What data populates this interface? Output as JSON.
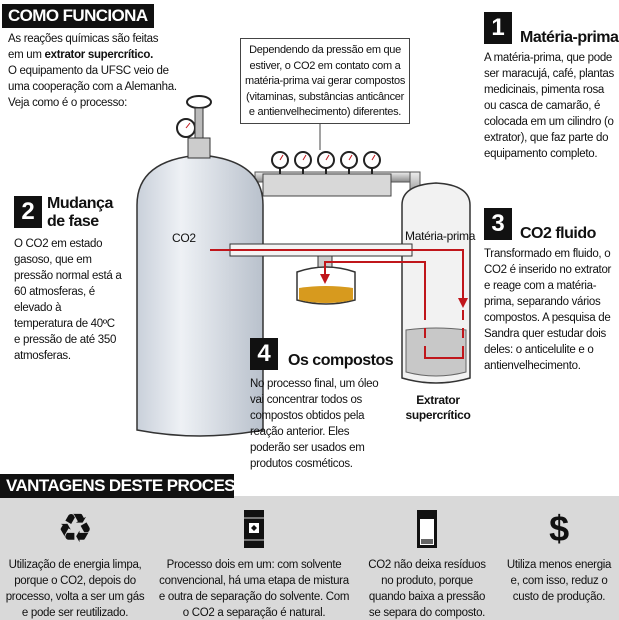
{
  "header": {
    "title": "COMO FUNCIONA"
  },
  "intro": {
    "line1": "As reações químicas são feitas",
    "line2_prefix": "em um ",
    "line2_bold": "extrator supercrítico.",
    "line3": "O equipamento da UFSC veio de",
    "line4": "uma cooperação com a Alemanha.",
    "line5": "Veja como é o processo:"
  },
  "callout": {
    "text": "Dependendo da pressão em que estiver, o CO2 em contato com a matéria-prima vai gerar compostos (vitaminas, substâncias anticâncer e antienvelhecimento) diferentes."
  },
  "steps": [
    {
      "number": "1",
      "title": "Matéria-prima",
      "text": "A matéria-prima, que pode ser maracujá, café, plantas medicinais, pimenta rosa ou casca de camarão, é colocada em um cilindro (o extrator), que faz parte do equipamento completo."
    },
    {
      "number": "2",
      "title": "Mudança de fase",
      "text": "O CO2 em estado gasoso, que em pressão normal está a 60 atmosferas, é elevado à temperatura de 40ºC e pressão de até 350 atmosferas."
    },
    {
      "number": "3",
      "title": "CO2 fluido",
      "text": "Transformado em fluido, o CO2 é inserido no extrator e reage com a matéria-prima, separando vários compostos. A pesquisa de Sandra quer estudar dois deles: o anticelulite e o antienvelhecimento."
    },
    {
      "number": "4",
      "title": "Os compostos",
      "text": "No processo final, um óleo vai concentrar todos os compostos obtidos pela reação anterior. Eles poderão ser usados em produtos cosméticos."
    }
  ],
  "diagram": {
    "tank_label": "CO2",
    "extractor_inner_label": "Matéria-prima",
    "extractor_label": "Extrator supercrítico",
    "colors": {
      "flow": "#c0161b",
      "oil": "#d79a1e",
      "metal": "#bfbfbf",
      "gauge_red": "#c0161b"
    }
  },
  "advantages": {
    "title": "VANTAGENS DESTE PROCESSO",
    "items": [
      {
        "icon": "recycle-icon",
        "text": "Utilização de energia limpa, porque o CO2, depois do processo, volta a ser um gás e pode ser reutilizado."
      },
      {
        "icon": "barrel-icon",
        "text": "Processo dois em um: com solvente convencional, há uma etapa de mistura e outra de separação do solvente. Com o CO2 a separação é natural."
      },
      {
        "icon": "container-residue-icon",
        "text": "CO2 não deixa resíduos no produto, porque quando baixa a pressão se separa do composto."
      },
      {
        "icon": "dollar-icon",
        "text": "Utiliza menos energia e, com isso, reduz o custo de produção."
      }
    ]
  }
}
